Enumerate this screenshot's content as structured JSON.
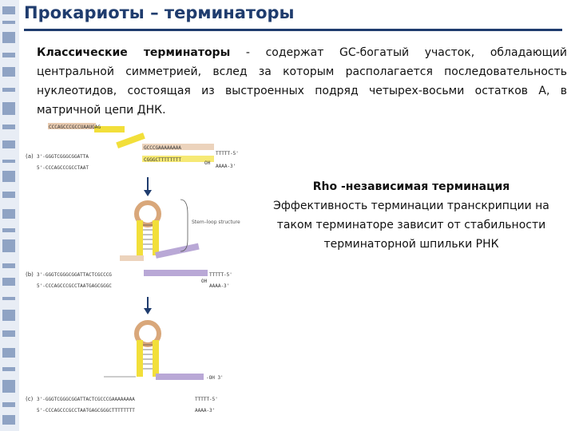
{
  "slide": {
    "title": "Прокариоты – терминаторы",
    "paragraph_bold": "Классические терминаторы",
    "paragraph_rest": " - содержат GC-богатый участок, обладающий центральной симметрией, вслед за которым располагается последовательность нуклеотидов, состоящая из выстроенных подряд четырех-восьми остатков А, в матричной цепи ДНК.",
    "right_heading": "Rho -независимая терминация",
    "right_body": "Эффективность терминации транскрипции на таком терминаторе зависит от стабильности терминаторной шпильки РНК"
  },
  "figure": {
    "panel_labels": [
      "(a)",
      "(b)",
      "(c)"
    ],
    "top_rna": "CCCAGCCCGCCUAAUGAG",
    "seq_a_top": "3'-GGGTCGGGCGGATTA",
    "seq_a_bottom": "5'-CCCAGCCCGCCTAAT",
    "a_rich_top": "GCCCGAAAAAAAA",
    "t_rich_bottom": "CGGGCTTTTTTTT",
    "end_5": "TTTTT-5'",
    "end_3": "AAAA-3'",
    "oh_label": "OH",
    "stem_loop_label": "Stem–loop structure",
    "seq_b_top": "3'-GGGTCGGGCGGATTACTCGCCCG",
    "seq_b_bottom": "5'-CCCAGCCCGCCTAATGAGCGGGC",
    "seq_c_top": "3'-GGGTCGGGCGGATTACTCGCCCGAAAAAAAA",
    "seq_c_bottom": "5'-CCCAGCCCGCCTAATGAGCGGGCTTTTTTTT",
    "oh3_label": "-OH 3'",
    "colors": {
      "gc_yellow": "#f2df3a",
      "u_purple": "#b9a8d6",
      "loop_tan": "#d9a77a",
      "arrow": "#1f3c6e"
    }
  }
}
